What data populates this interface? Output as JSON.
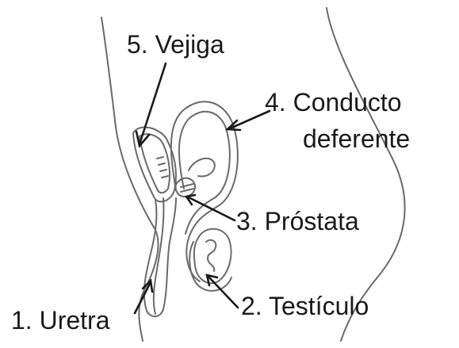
{
  "labels": {
    "vejiga": "5. Vejiga",
    "conducto_line1": "4. Conducto",
    "conducto_line2": "deferente",
    "prostata": "3. Próstata",
    "testiculo": "2. Testículo",
    "uretra": "1. Uretra"
  },
  "colors": {
    "ink": "#1a1a1a",
    "outline": "#6a6a6a",
    "background": "#ffffff"
  }
}
